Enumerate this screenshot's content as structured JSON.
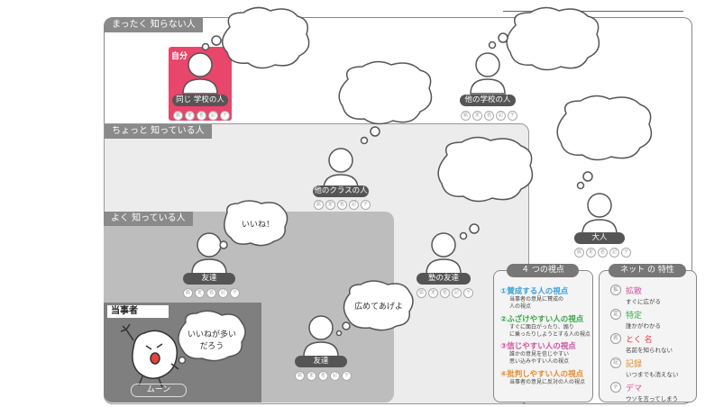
{
  "zones": {
    "stranger": "まったく 知らない人",
    "acquaintance": "ちょっと 知っている人",
    "friend": "よく 知っている人",
    "self_box_label": "当事者"
  },
  "persons": {
    "self_tag": "自分",
    "self_school": "同じ 学校の人",
    "other_school": "他の学校の人",
    "other_class": "他のクラスの人",
    "cram_friend": "塾の友達",
    "adult": "大人",
    "friend1": "友達",
    "friend2": "友達"
  },
  "dot_letters": [
    "拡",
    "定",
    "名",
    "記",
    "テ"
  ],
  "bubbles": {
    "friend_like": "いいね！",
    "friend_share": "広めてあげよ",
    "moon_line1": "いいねが多い",
    "moon_line2": "だろう"
  },
  "character": {
    "name": "ムーン"
  },
  "viewpoints": {
    "title": "４ つの視点",
    "items": [
      {
        "title": "①賛成する人の視点",
        "desc1": "当事者の意見に賛成の",
        "desc2": "人の視点",
        "color": "#3aa0d8"
      },
      {
        "title": "②ふざけやすい人の視点",
        "desc1": "すぐに面白がったり、煽り",
        "desc2": "に乗ったりしようとする人の視点",
        "color": "#3aa64a"
      },
      {
        "title": "③信じやすい人の視点",
        "desc1": "誰かの意見を信じやすい",
        "desc2": "思い込みやすい人の視点",
        "color": "#d64fa0"
      },
      {
        "title": "④批判しやすい人の視点",
        "desc1": "当事者の意見に反対の人の視点",
        "desc2": "",
        "color": "#e88a2a"
      }
    ]
  },
  "traits": {
    "title": "ネット の 特性",
    "items": [
      {
        "icon": "拡",
        "title": "拡散",
        "desc": "すぐに広がる",
        "color": "#d64fa0"
      },
      {
        "icon": "定",
        "title": "特定",
        "desc": "誰かがわかる",
        "color": "#3aa64a"
      },
      {
        "icon": "名",
        "title": "とく 名",
        "desc": "名前を知られない",
        "color": "#e8413b"
      },
      {
        "icon": "記",
        "title": "記録",
        "desc": "いつまでも消えない",
        "color": "#e88a2a"
      },
      {
        "icon": "テ",
        "title": "デマ",
        "desc": "ウソを言ってしまう",
        "color": "#d64fa0"
      }
    ]
  },
  "colors": {
    "zone_outer": "#ffffff",
    "zone_mid": "#ececec",
    "zone_inner": "#bdbdbd",
    "zone_self": "#7f7f7f",
    "self_highlight": "#e8466a"
  }
}
